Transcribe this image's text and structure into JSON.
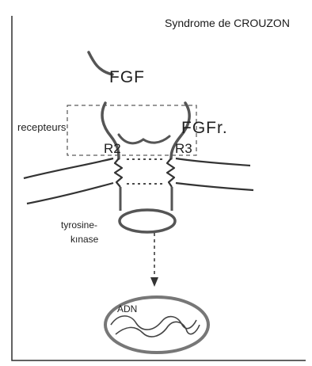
{
  "title": "Syndrome de CROUZON",
  "labels": {
    "fgf": "FGF",
    "fgf_receptor": "FGFr.",
    "receptors": "recepteurs",
    "r2": "R2",
    "r3": "R3",
    "tyrosine_line1": "tyrosine-",
    "tyrosine_line2": "kınase",
    "adn": "ADN"
  },
  "colors": {
    "line": "#3a3a3a",
    "background": "#ffffff"
  }
}
